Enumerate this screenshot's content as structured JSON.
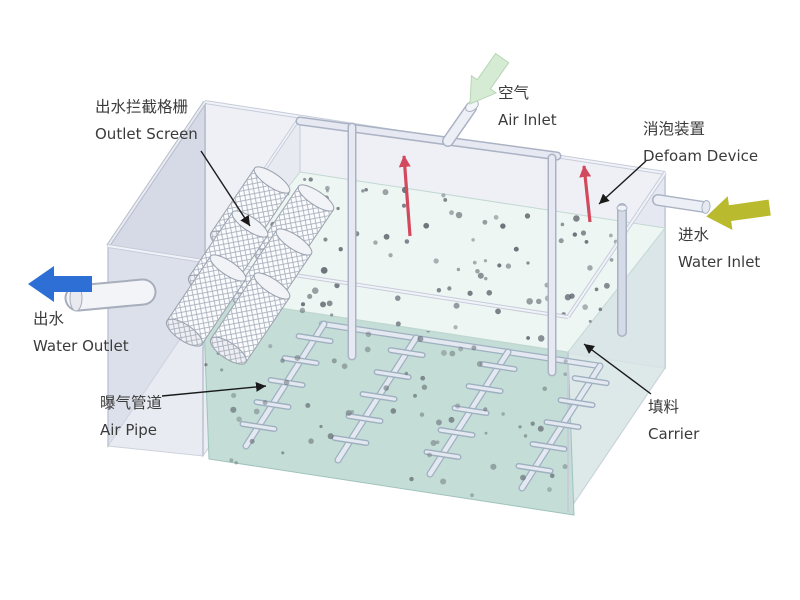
{
  "labels": {
    "outlet_screen": {
      "zh": "出水拦截格栅",
      "en": "Outlet Screen"
    },
    "air_inlet": {
      "zh": "空气",
      "en": "Air Inlet"
    },
    "defoam_device": {
      "zh": "消泡装置",
      "en": "Defoam Device"
    },
    "water_inlet": {
      "zh": "进水",
      "en": "Water Inlet"
    },
    "water_outlet": {
      "zh": "出水",
      "en": "Water Outlet"
    },
    "air_pipe": {
      "zh": "曝气管道",
      "en": "Air Pipe"
    },
    "carrier": {
      "zh": "填料",
      "en": "Carrier"
    }
  },
  "colors": {
    "water_outlet_arrow": "#2e6fd6",
    "water_inlet_arrow": "#b9ba2e",
    "air_inlet_arrow": "#d6ebd4",
    "flow_arrow": "#d2495d",
    "water_surface": "#eef6f3",
    "water_body": "#c4ddd7",
    "tank_wall": "#eef0f6",
    "carrier_dot": "#5d646c"
  }
}
